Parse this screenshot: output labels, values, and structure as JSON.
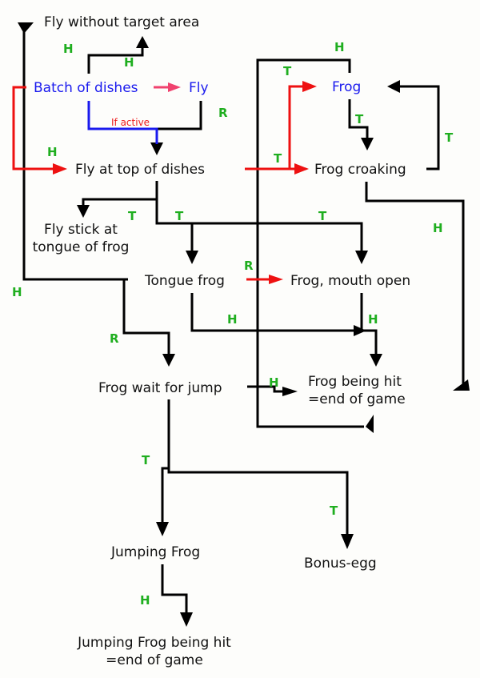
{
  "title": "Frog game state diagram",
  "colors": {
    "line": "#000000",
    "red_flow": "#ee1111",
    "pink_flow": "#f0426e",
    "blue_flow": "#1a1aee",
    "transition_label": "#1fae1f",
    "blue_state": "#1a1aee"
  },
  "states": {
    "fly_without_target": "Fly without target area",
    "batch_of_dishes": "Batch of dishes",
    "fly": "Fly",
    "fly_at_top": "Fly at top of dishes",
    "frog": "Frog",
    "frog_croaking": "Frog croaking",
    "fly_stick_line1": "Fly stick at",
    "fly_stick_line2": "tongue of  frog",
    "tongue_frog": "Tongue frog",
    "frog_mouth_open": "Frog, mouth open",
    "frog_wait_jump": "Frog wait for jump",
    "frog_hit_line1": "Frog being hit",
    "frog_hit_line2": "=end of game",
    "jumping_frog": "Jumping Frog",
    "bonus_egg": "Bonus-egg",
    "jumping_hit_line1": "Jumping Frog being hit",
    "jumping_hit_line2": "=end of game"
  },
  "annotations": {
    "if_active": "If active"
  },
  "transition_labels": [
    {
      "id": "h1",
      "text": "H"
    },
    {
      "id": "h2",
      "text": "H"
    },
    {
      "id": "r1",
      "text": "R"
    },
    {
      "id": "h3",
      "text": "H"
    },
    {
      "id": "h4",
      "text": "H"
    },
    {
      "id": "t1",
      "text": "T"
    },
    {
      "id": "t2",
      "text": "T"
    },
    {
      "id": "t3",
      "text": "T"
    },
    {
      "id": "t4",
      "text": "T"
    },
    {
      "id": "t5",
      "text": "T"
    },
    {
      "id": "t6",
      "text": "T"
    },
    {
      "id": "t7",
      "text": "T"
    },
    {
      "id": "h5",
      "text": "H"
    },
    {
      "id": "h6",
      "text": "H"
    },
    {
      "id": "r2",
      "text": "R"
    },
    {
      "id": "h7",
      "text": "H"
    },
    {
      "id": "h8",
      "text": "H"
    },
    {
      "id": "r3",
      "text": "R"
    },
    {
      "id": "h9",
      "text": "H"
    },
    {
      "id": "t8",
      "text": "T"
    },
    {
      "id": "t9",
      "text": "T"
    },
    {
      "id": "h10",
      "text": "H"
    }
  ]
}
